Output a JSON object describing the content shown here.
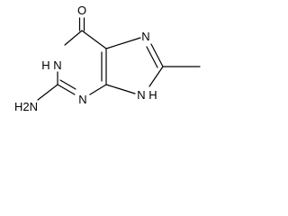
{
  "molecule": {
    "atoms": {
      "carbonyl_o": "O",
      "n1": "H",
      "n1_letter": "N",
      "amine": "H2N",
      "n3": "N",
      "n7": "N",
      "n9": "N",
      "n9_h": "H"
    }
  },
  "colors": {
    "ink": "#000000",
    "background": "#ffffff"
  }
}
